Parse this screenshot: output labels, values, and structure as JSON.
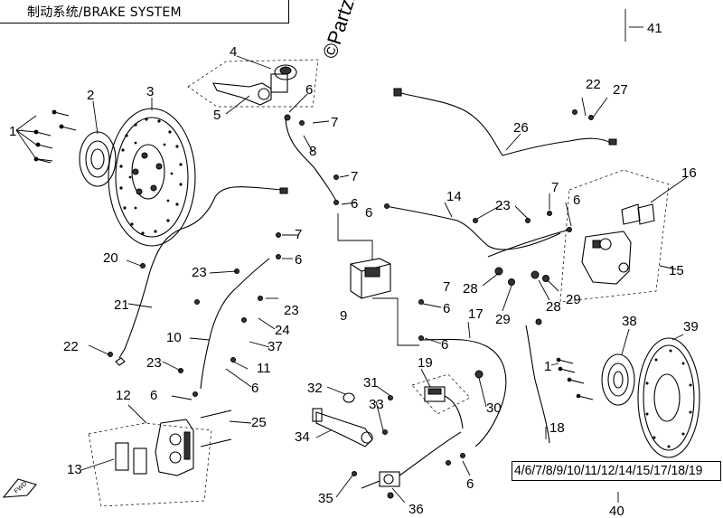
{
  "title": "制动系统/BRAKE SYSTEM",
  "watermark": "©Partzilla",
  "kit_parts": "4/6/7/8/9/10/11/12/14/15/17/18/19",
  "callouts": [
    "1",
    "2",
    "3",
    "4",
    "5",
    "6",
    "7",
    "8",
    "9",
    "10",
    "11",
    "12",
    "13",
    "14",
    "15",
    "16",
    "17",
    "18",
    "19",
    "20",
    "21",
    "22",
    "23",
    "24",
    "25",
    "26",
    "27",
    "28",
    "29",
    "30",
    "31",
    "32",
    "33",
    "34",
    "35",
    "36",
    "37",
    "38",
    "39",
    "40",
    "41"
  ]
}
